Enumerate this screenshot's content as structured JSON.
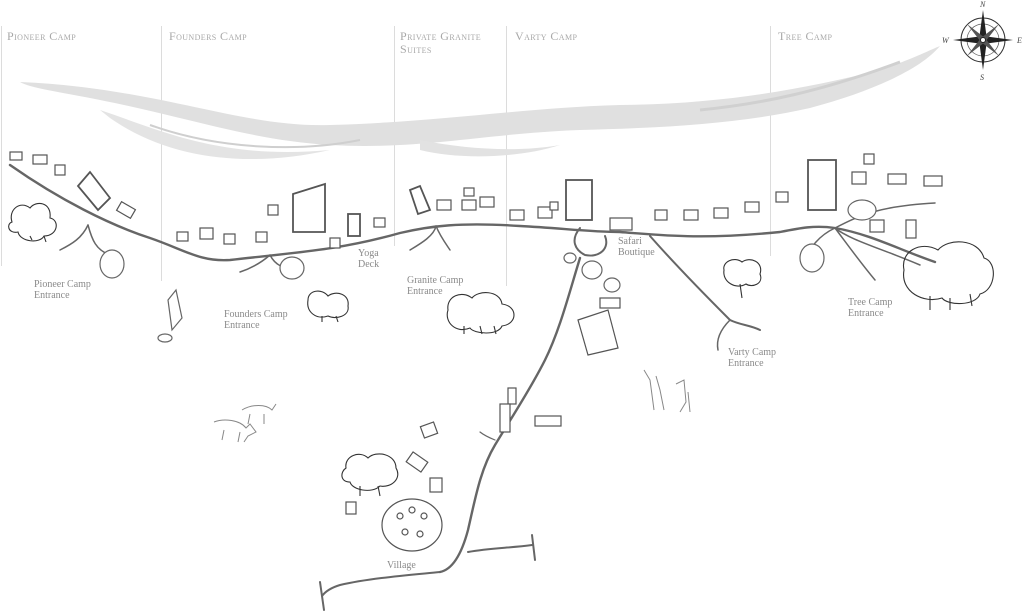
{
  "camps": [
    {
      "id": "pioneer",
      "title": "Pioneer Camp"
    },
    {
      "id": "founders",
      "title": "Founders Camp"
    },
    {
      "id": "granite",
      "title": "Private Granite Suites"
    },
    {
      "id": "varty",
      "title": "Varty Camp"
    },
    {
      "id": "tree",
      "title": "Tree Camp"
    }
  ],
  "labels": {
    "pioneer_entrance": "Pioneer Camp Entrance",
    "founders_entrance": "Founders Camp Entrance",
    "yoga_deck": "Yoga Deck",
    "granite_entrance": "Granite Camp Entrance",
    "safari_boutique": "Safari Boutique",
    "varty_entrance": "Varty Camp Entrance",
    "tree_entrance": "Tree Camp Entrance",
    "village": "Village"
  },
  "compass": {
    "n": "N",
    "s": "S",
    "e": "E",
    "w": "W"
  },
  "colors": {
    "road": "#666666",
    "river": "#d8d8d8",
    "building": "#555555",
    "tree": "#333333",
    "text": "#8a8a8a"
  }
}
